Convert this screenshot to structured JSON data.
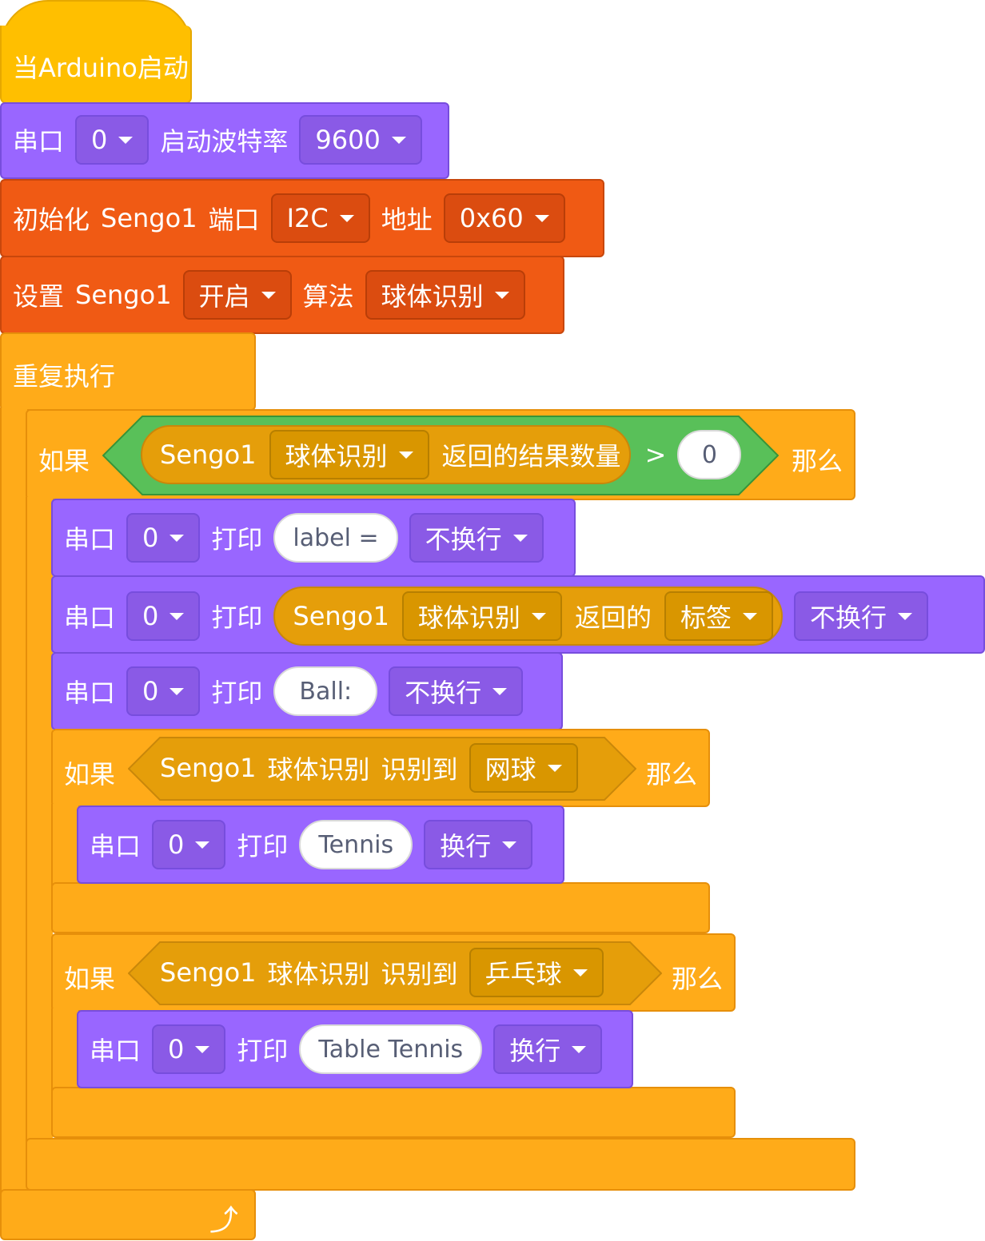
{
  "hat": {
    "label": "当Arduino启动"
  },
  "serial_begin": {
    "serial": "串口",
    "port": "0",
    "baud_label": "启动波特率",
    "baud": "9600"
  },
  "init": {
    "label": "初始化",
    "device": "Sengo1",
    "port_label": "端口",
    "port": "I2C",
    "addr_label": "地址",
    "addr": "0x60"
  },
  "setup": {
    "label": "设置",
    "device": "Sengo1",
    "state": "开启",
    "algo_label": "算法",
    "algo": "球体识别"
  },
  "loop": {
    "label": "重复执行"
  },
  "if_count": {
    "if_label": "如果",
    "device": "Sengo1",
    "algo": "球体识别",
    "result_label": "返回的结果数量",
    "op": ">",
    "value": "0",
    "then_label": "那么"
  },
  "print1": {
    "serial": "串口",
    "port": "0",
    "print": "打印",
    "text": "label =",
    "mode": "不换行"
  },
  "print2": {
    "serial": "串口",
    "port": "0",
    "print": "打印",
    "device": "Sengo1",
    "algo": "球体识别",
    "returned": "返回的",
    "field": "标签",
    "mode": "不换行"
  },
  "print3": {
    "serial": "串口",
    "port": "0",
    "print": "打印",
    "text": "Ball:",
    "mode": "不换行"
  },
  "if_tennis": {
    "if_label": "如果",
    "device": "Sengo1",
    "algo": "球体识别",
    "detected": "识别到",
    "ball": "网球",
    "then_label": "那么"
  },
  "print_tennis": {
    "serial": "串口",
    "port": "0",
    "print": "打印",
    "text": "Tennis",
    "mode": "换行"
  },
  "if_pingpong": {
    "if_label": "如果",
    "device": "Sengo1",
    "algo": "球体识别",
    "detected": "识别到",
    "ball": "乒乓球",
    "then_label": "那么"
  },
  "print_pingpong": {
    "serial": "串口",
    "port": "0",
    "print": "打印",
    "text": "Table Tennis",
    "mode": "换行"
  },
  "colors": {
    "events": "#ffbf00",
    "serial": "#9966ff",
    "sengo": "#f05a14",
    "control": "#ffab19",
    "operator": "#59c059"
  }
}
